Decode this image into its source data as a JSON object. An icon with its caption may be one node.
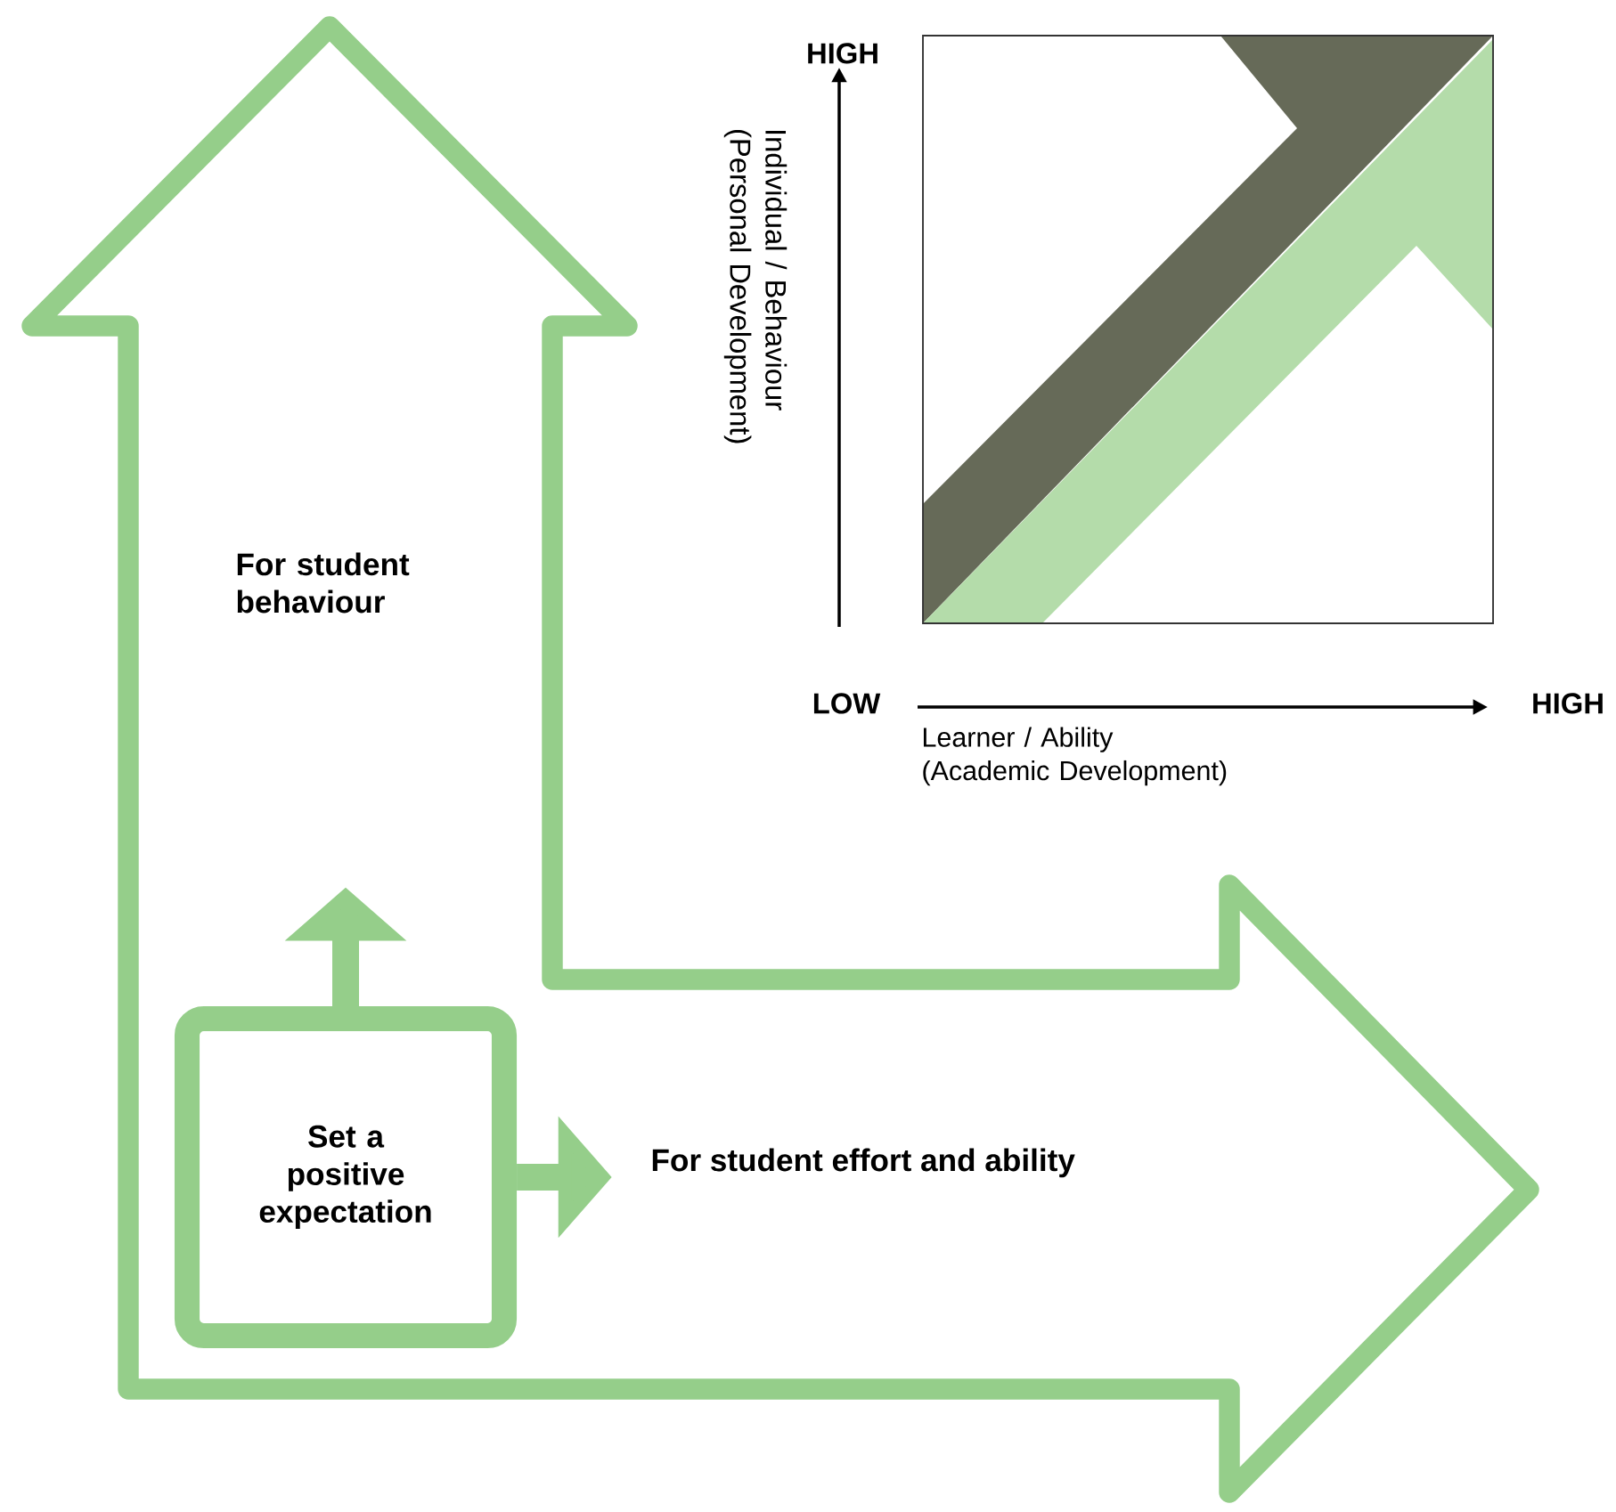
{
  "diagram": {
    "nodes": [
      {
        "text": [
          "For student behaviour",
          "For student  effort and ability"
        ]
      },
      {
        "text": [
          "Set a positive expectation"
        ],
        "in": 0
      }
    ],
    "edges": [
      {
        "from": 1,
        "to": null,
        "arrow": "to"
      },
      {
        "from": 1,
        "to": null,
        "arrow": "to"
      }
    ],
    "labels": [
      "HIGH",
      "Individual / Behaviour (Personal Development)",
      "LOW",
      "HIGH",
      "Learner / Ability (Academic Development)"
    ]
  }
}
